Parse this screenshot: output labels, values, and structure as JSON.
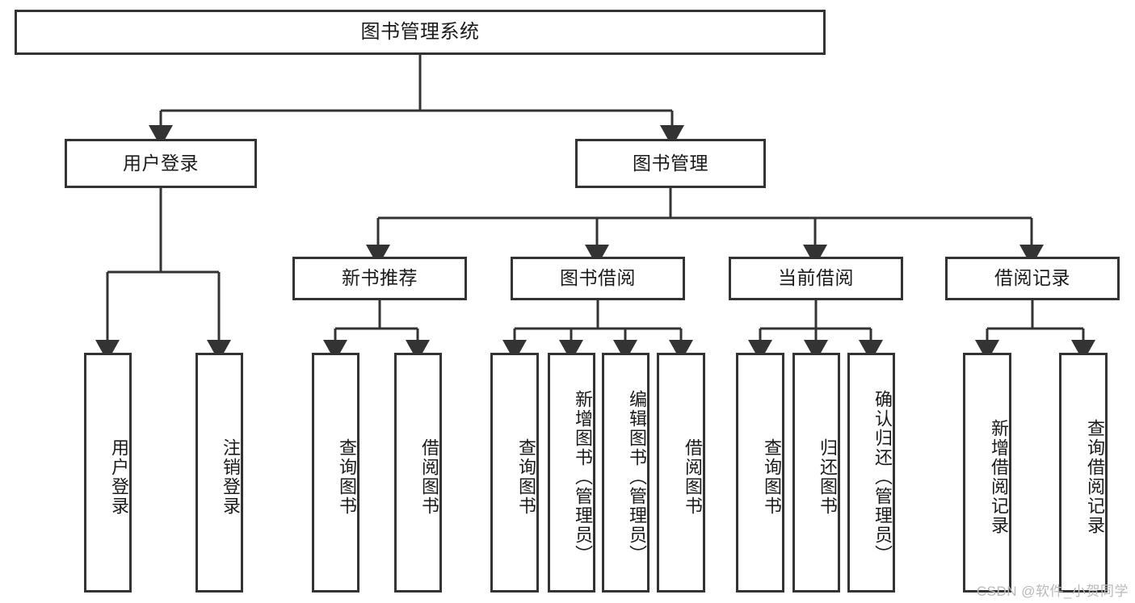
{
  "diagram": {
    "title": "图书管理系统",
    "type": "hierarchy-tree",
    "watermark": "CSDN @软件_小贺同学",
    "colors": {
      "background": "#ffffff",
      "box_border": "#333333",
      "box_fill": "#ffffff",
      "connector": "#333333",
      "text": "#1a1a1a",
      "watermark": "#b9b9b9"
    },
    "root": {
      "label": "图书管理系统"
    },
    "level2": [
      {
        "label": "用户登录"
      },
      {
        "label": "图书管理"
      }
    ],
    "level3": [
      {
        "label": "新书推荐"
      },
      {
        "label": "图书借阅"
      },
      {
        "label": "当前借阅"
      },
      {
        "label": "借阅记录"
      }
    ],
    "leaves": {
      "user_login": [
        {
          "label": "用户登录"
        },
        {
          "label": "注销登录"
        }
      ],
      "new_book_recommend": [
        {
          "label": "查询图书"
        },
        {
          "label": "借阅图书"
        }
      ],
      "book_borrow": [
        {
          "label": "查询图书"
        },
        {
          "label": "新增图书（管理员）"
        },
        {
          "label": "编辑图书（管理员）"
        },
        {
          "label": "借阅图书"
        }
      ],
      "current_borrow": [
        {
          "label": "查询图书"
        },
        {
          "label": "归还图书"
        },
        {
          "label": "确认归还（管理员）"
        }
      ],
      "borrow_record": [
        {
          "label": "新增借阅记录"
        },
        {
          "label": "查询借阅记录"
        }
      ]
    }
  }
}
